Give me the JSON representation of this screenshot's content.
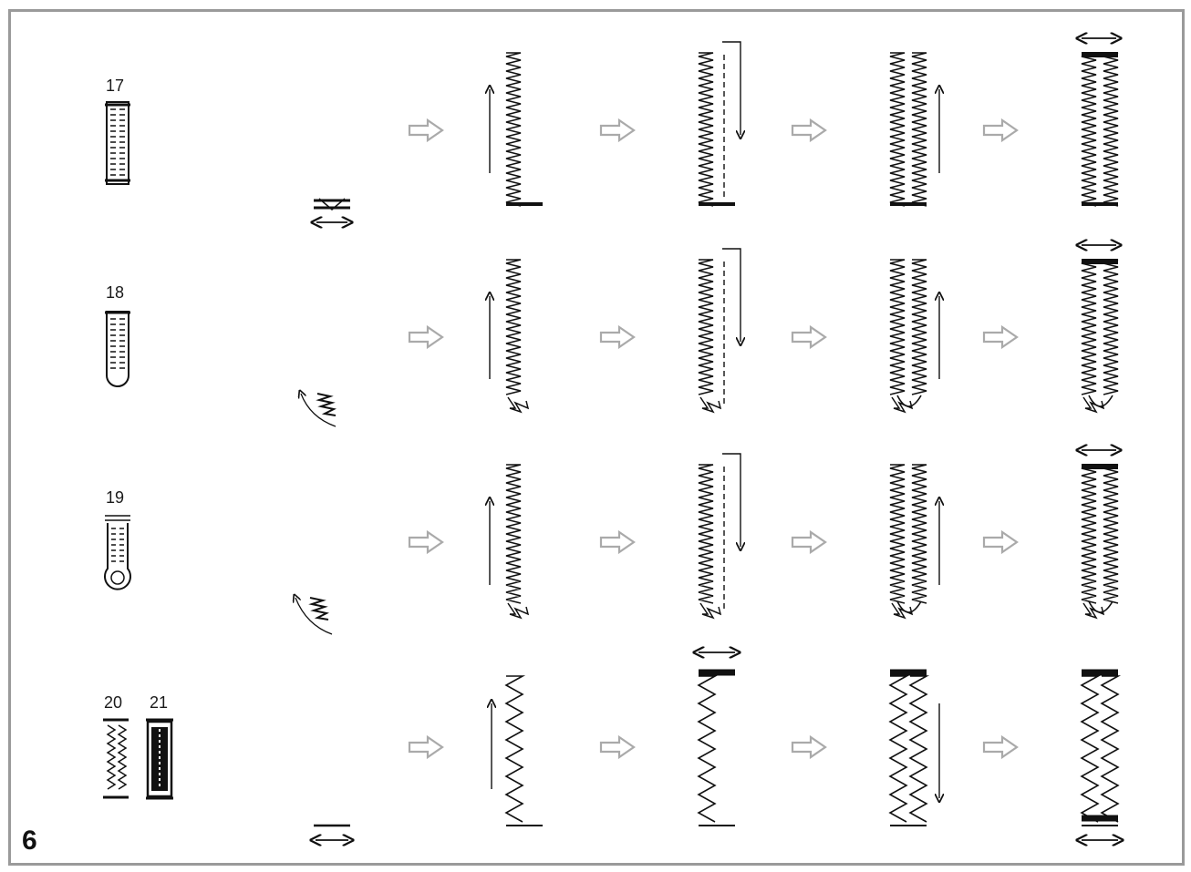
{
  "figure_number": "6",
  "rows": [
    {
      "pattern_numbers": [
        "17"
      ],
      "buttonhole_shape": "square-end",
      "sequence_steps": 5
    },
    {
      "pattern_numbers": [
        "18"
      ],
      "buttonhole_shape": "rounded-end",
      "sequence_steps": 5
    },
    {
      "pattern_numbers": [
        "19"
      ],
      "buttonhole_shape": "keyhole-end",
      "sequence_steps": 5
    },
    {
      "pattern_numbers": [
        "20",
        "21"
      ],
      "buttonhole_shape": "straight-zigzag",
      "sequence_steps": 5
    }
  ],
  "colors": {
    "stitch": "#111111",
    "step_arrow": "#aaaaaa",
    "frame": "#9a9a9a"
  },
  "icons": {
    "step_arrow": "hollow-right-arrow",
    "width_indicator": "double-headed-arrow",
    "direction": "straight-arrow"
  }
}
